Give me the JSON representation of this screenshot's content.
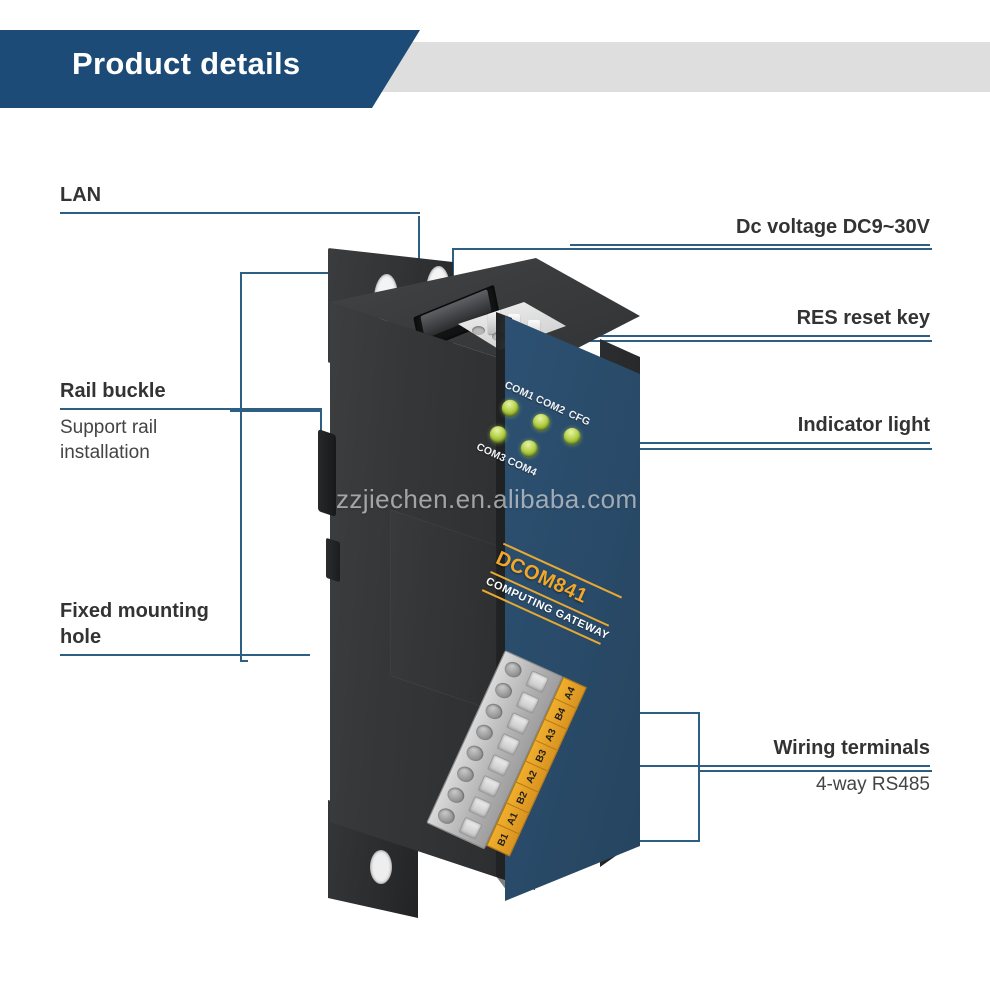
{
  "header": {
    "title": "Product details",
    "blue": "#1c4b78",
    "grey": "#dedede"
  },
  "callouts": {
    "lan": {
      "title": "LAN"
    },
    "rail": {
      "title": "Rail buckle",
      "sub": "Support rail\ninstallation"
    },
    "mounting": {
      "title": "Fixed mounting\nhole"
    },
    "dc": {
      "title": "Dc voltage DC9~30V"
    },
    "res": {
      "title": "RES reset key"
    },
    "indicator": {
      "title": "Indicator light"
    },
    "wiring": {
      "title": "Wiring terminals",
      "sub": "4-way RS485"
    }
  },
  "device": {
    "model": "DCOM841",
    "tagline": "COMPUTING GATEWAY",
    "led_labels_top": [
      "COM1",
      "COM2",
      "CFG"
    ],
    "led_labels_bottom": [
      "COM3",
      "COM4"
    ],
    "terminals": [
      "A4",
      "B4",
      "A3",
      "B3",
      "A2",
      "B2",
      "A1",
      "B1"
    ],
    "accent_orange": "#f0a72a",
    "panel_blue": "#2a4c6b",
    "body_dark": "#333537",
    "led_green": "#b6d24c"
  },
  "watermark": {
    "text": "zzjiechen.en.alibaba.com"
  }
}
